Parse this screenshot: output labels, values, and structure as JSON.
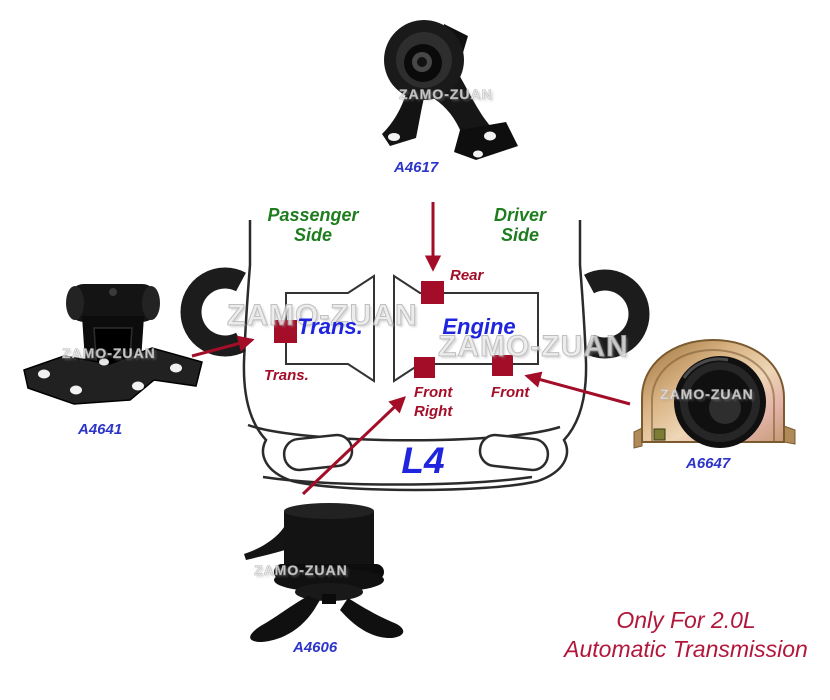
{
  "watermark": "ZAMO-ZUAN",
  "labels": {
    "passenger_side": [
      "Passenger",
      "Side"
    ],
    "driver_side": [
      "Driver",
      "Side"
    ],
    "trans_box": "Trans.",
    "engine_box": "Engine",
    "engine_code": "L4"
  },
  "mounts": {
    "rear": "Rear",
    "trans": "Trans.",
    "front_right": [
      "Front",
      "Right"
    ],
    "front": "Front"
  },
  "parts": {
    "top": "A4617",
    "left": "A4641",
    "right": "A6647",
    "bottom": "A4606"
  },
  "note": [
    "Only For 2.0L",
    "Automatic Transmission"
  ],
  "colors": {
    "green": "#1e7d1e",
    "blue": "#1f24dd",
    "part-blue": "#2d35c8",
    "crimson": "#a30d28",
    "note-red": "#b2163a",
    "outline": "#2b2b2b",
    "gold": "#c89a66"
  }
}
